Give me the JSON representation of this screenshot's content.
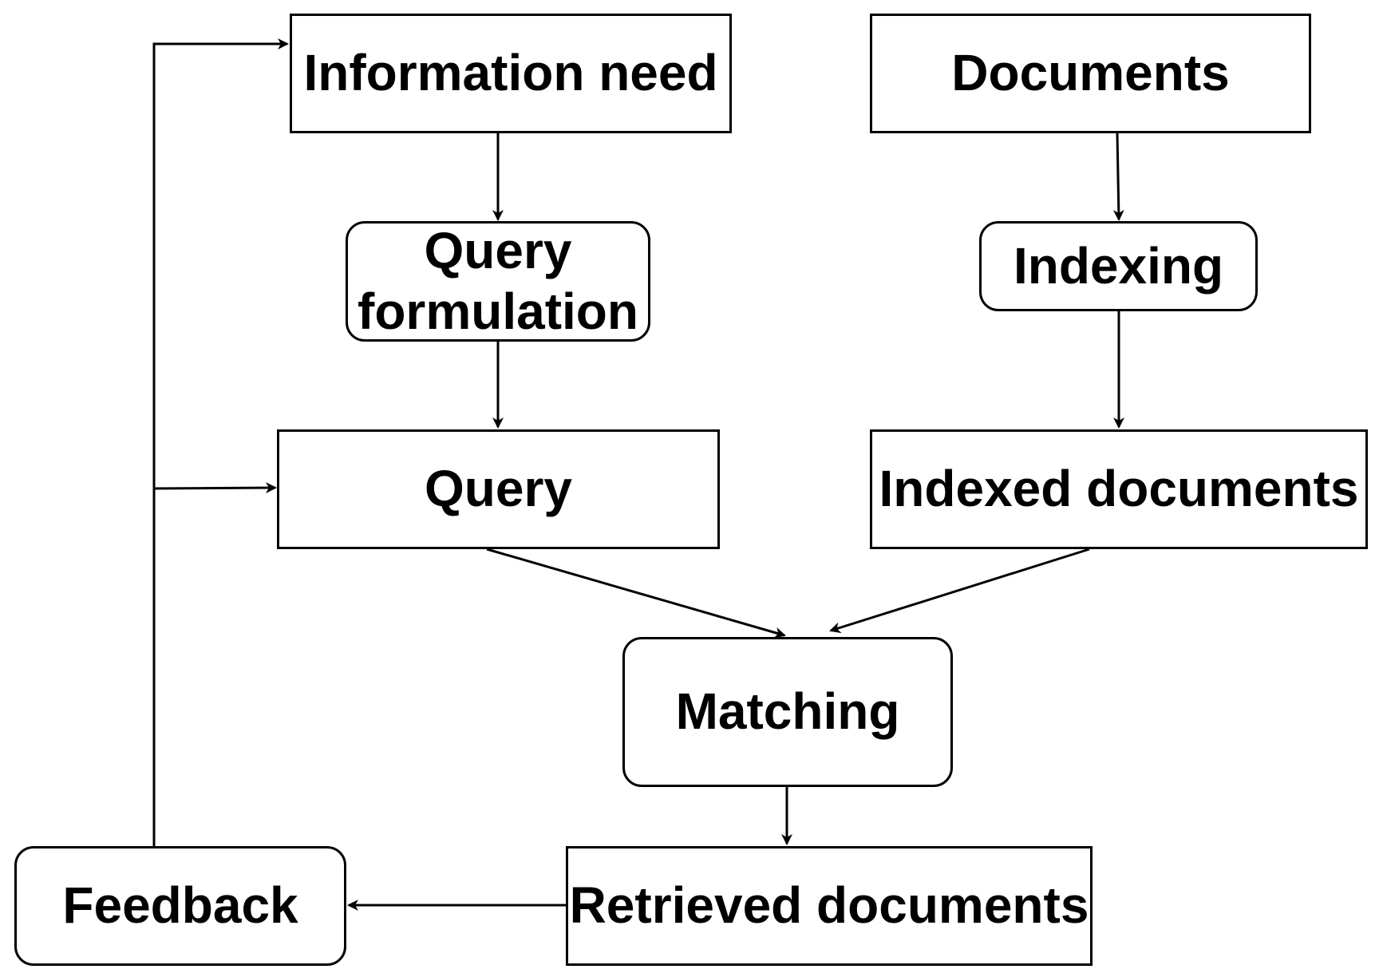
{
  "nodes": {
    "information_need": "Information need",
    "query_formulation": "Query\nformulation",
    "query": "Query",
    "documents": "Documents",
    "indexing": "Indexing",
    "indexed_documents": "Indexed documents",
    "matching": "Matching",
    "retrieved_documents": "Retrieved documents",
    "feedback": "Feedback"
  },
  "colors": {
    "stroke": "#000000",
    "background": "#ffffff"
  }
}
